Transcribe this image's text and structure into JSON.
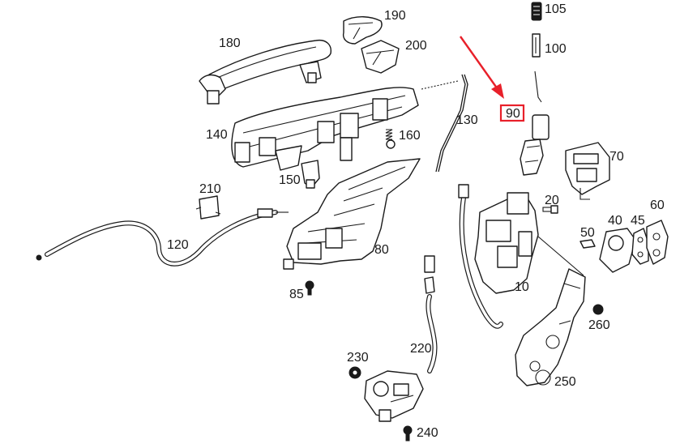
{
  "diagram": {
    "highlight_color": "#e8202a",
    "line_color": "#1a1a1a",
    "highlighted_part": "90",
    "callouts": {
      "p105": "105",
      "p100": "100",
      "p190": "190",
      "p180": "180",
      "p200": "200",
      "p90": "90",
      "p130": "130",
      "p140": "140",
      "p160": "160",
      "p70": "70",
      "p150": "150",
      "p210": "210",
      "p20": "20",
      "p60": "60",
      "p40": "40",
      "p45": "45",
      "p50": "50",
      "p120": "120",
      "p80": "80",
      "p10": "10",
      "p85": "85",
      "p260": "260",
      "p220": "220",
      "p230": "230",
      "p250": "250",
      "p240": "240"
    }
  }
}
